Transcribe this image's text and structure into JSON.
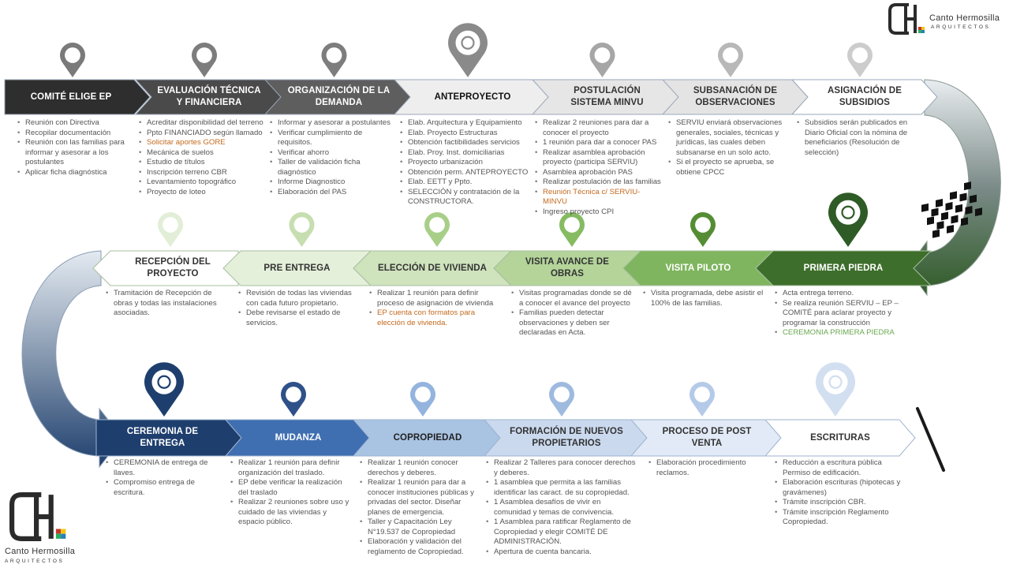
{
  "logo": {
    "name": "Canto Hermosilla",
    "sub": "ARQUITECTOS"
  },
  "rows": [
    [
      {
        "label": "COMITÉ ELIGE EP",
        "items": [
          {
            "t": "Reunión con Directiva"
          },
          {
            "t": "Recopilar documentación"
          },
          {
            "t": "Reunión con las familias para informar y asesorar a los postulantes"
          },
          {
            "t": "Aplicar ficha diagnóstica"
          }
        ]
      },
      {
        "label": "EVALUACIÓN TÉCNICA Y FINANCIERA",
        "items": [
          {
            "t": "Acreditar disponibilidad del terreno"
          },
          {
            "t": "Ppto FINANCIADO según llamado"
          },
          {
            "t": "Solicitar aportes GORE",
            "hl": "orange"
          },
          {
            "t": "Mecánica de suelos"
          },
          {
            "t": "Estudio de títulos"
          },
          {
            "t": "Inscripción terreno CBR"
          },
          {
            "t": "Levantamiento topográfico"
          },
          {
            "t": "Proyecto de loteo"
          }
        ]
      },
      {
        "label": "ORGANIZACIÓN DE LA DEMANDA",
        "items": [
          {
            "t": "Informar y asesorar a postulantes"
          },
          {
            "t": "Verificar cumplimiento de requisitos."
          },
          {
            "t": "Verificar ahorro"
          },
          {
            "t": "Taller de validación ficha diagnóstico"
          },
          {
            "t": "Informe Diagnostico"
          },
          {
            "t": "Elaboración del PAS"
          }
        ]
      },
      {
        "label": "ANTEPROYECTO",
        "items": [
          {
            "t": "Elab. Arquitectura y Equipamiento"
          },
          {
            "t": "Elab. Proyecto Estructuras"
          },
          {
            "t": "Obtención factibilidades servicios"
          },
          {
            "t": "Elab. Proy. Inst. domiciliarias"
          },
          {
            "t": "Proyecto urbanización"
          },
          {
            "t": "Obtención perm. ANTEPROYECTO"
          },
          {
            "t": "Elab. EETT y Ppto."
          },
          {
            "t": "SELECCIÓN y contratación de la CONSTRUCTORA."
          }
        ]
      },
      {
        "label": "POSTULACIÓN SISTEMA MINVU",
        "items": [
          {
            "t": "Realizar 2 reuniones para dar a conocer el proyecto"
          },
          {
            "t": "1 reunión para dar a conocer PAS"
          },
          {
            "t": "Realizar asamblea aprobación proyecto (participa SERVIU)"
          },
          {
            "t": "Asamblea aprobación PAS"
          },
          {
            "t": "Realizar postulación de las familias"
          },
          {
            "t": "Reunión Técnica c/ SERVIU-MINVU",
            "hl": "orange"
          },
          {
            "t": "Ingreso proyecto CPI"
          }
        ]
      },
      {
        "label": "SUBSANACIÓN DE OBSERVACIONES",
        "items": [
          {
            "t": "SERVIU enviará observaciones generales, sociales, técnicas y jurídicas, las cuales deben subsanarse en un solo acto."
          },
          {
            "t": "Si el proyecto se aprueba, se obtiene CPCC"
          }
        ]
      },
      {
        "label": "ASIGNACIÓN DE SUBSIDIOS",
        "items": [
          {
            "t": "Subsidios serán publicados en Diario Oficial con la nómina de beneficiarios (Resolución de selección)"
          }
        ]
      }
    ],
    [
      {
        "label": "RECEPCIÓN DEL PROYECTO",
        "items": [
          {
            "t": "Tramitación de Recepción de obras y todas las instalaciones asociadas."
          }
        ]
      },
      {
        "label": "PRE ENTREGA",
        "items": [
          {
            "t": "Revisión de todas las viviendas con cada futuro propietario."
          },
          {
            "t": "Debe revisarse el estado de servicios."
          }
        ]
      },
      {
        "label": "ELECCIÓN DE VIVIENDA",
        "items": [
          {
            "t": "Realizar 1 reunión para definir proceso de asignación de vivienda"
          },
          {
            "t": "EP cuenta con formatos para elección de vivienda.",
            "hl": "orange"
          }
        ]
      },
      {
        "label": "VISITA AVANCE DE OBRAS",
        "items": [
          {
            "t": "Visitas programadas donde se dé a conocer el avance del proyecto"
          },
          {
            "t": "Familias pueden detectar observaciones y deben ser declaradas en Acta."
          }
        ]
      },
      {
        "label": "VISITA PILOTO",
        "items": [
          {
            "t": "Visita programada, debe asistir el 100% de las familias."
          }
        ]
      },
      {
        "label": "PRIMERA PIEDRA",
        "items": [
          {
            "t": "Acta entrega terreno."
          },
          {
            "t": "Se realiza reunión SERVIU – EP – COMITÉ para aclarar proyecto y programar la construcción"
          },
          {
            "t": "CEREMONIA PRIMERA PIEDRA",
            "hl": "green"
          }
        ]
      }
    ],
    [
      {
        "label": "CEREMONIA DE ENTREGA",
        "items": [
          {
            "t": "CEREMONIA de entrega de llaves."
          },
          {
            "t": "Compromiso entrega de escritura."
          }
        ]
      },
      {
        "label": "MUDANZA",
        "items": [
          {
            "t": "Realizar 1 reunión para definir organización del traslado."
          },
          {
            "t": "EP debe verificar la realización del traslado"
          },
          {
            "t": "Realizar 2 reuniones sobre uso y cuidado de las viviendas y espacio público."
          }
        ]
      },
      {
        "label": "COPROPIEDAD",
        "items": [
          {
            "t": "Realizar 1 reunión conocer derechos y deberes."
          },
          {
            "t": "Realizar 1 reunión para dar a conocer instituciones públicas y privadas del sector. Diseñar planes de emergencia."
          },
          {
            "t": "Taller y Capacitación Ley N°19.537 de Copropiedad"
          },
          {
            "t": "Elaboración y validación del reglamento de Copropiedad."
          }
        ]
      },
      {
        "label": "FORMACIÓN DE NUEVOS PROPIETARIOS",
        "items": [
          {
            "t": "Realizar 2 Talleres para conocer derechos y deberes."
          },
          {
            "t": "1 asamblea que permita a las familias identificar las caract. de su copropiedad."
          },
          {
            "t": "1 Asamblea desafíos de vivir en comunidad y temas de convivencia."
          },
          {
            "t": "1 Asamblea para ratificar Reglamento de Copropiedad y elegir COMITÉ DE ADMINISTRACIÓN."
          },
          {
            "t": "Apertura de cuenta bancaria."
          }
        ]
      },
      {
        "label": "PROCESO DE POST VENTA",
        "items": [
          {
            "t": "Elaboración procedimiento reclamos."
          }
        ]
      },
      {
        "label": "ESCRITURAS",
        "items": [
          {
            "t": "Reducción a escritura pública Permiso de edificación."
          },
          {
            "t": "Elaboración escrituras (hipotecas y gravámenes)"
          },
          {
            "t": "Trámite inscripción CBR."
          },
          {
            "t": "Trámite inscripción Reglamento Copropiedad."
          }
        ]
      }
    ]
  ]
}
